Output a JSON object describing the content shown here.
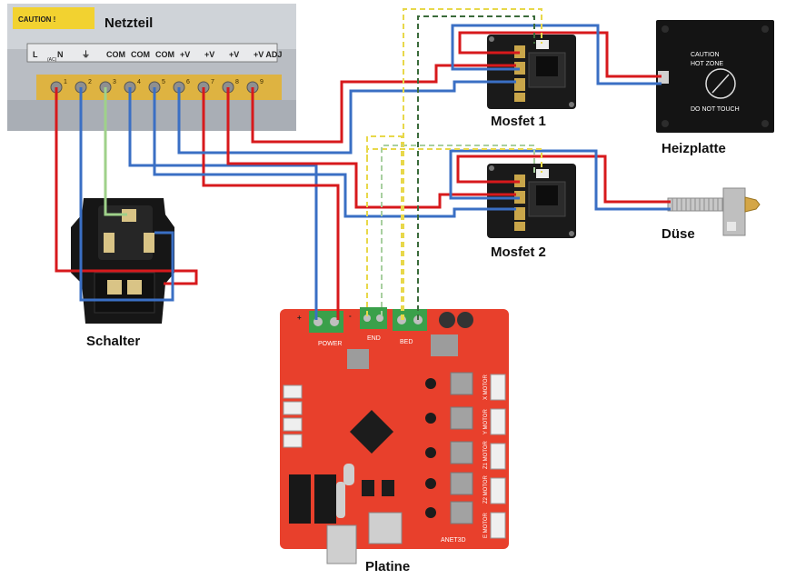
{
  "labels": {
    "netzteil": "Netzteil",
    "mosfet1": "Mosfet 1",
    "mosfet2": "Mosfet 2",
    "heizplatte": "Heizplatte",
    "duese": "Düse",
    "schalter": "Schalter",
    "platine": "Platine"
  },
  "psu": {
    "caution": "CAUTION !",
    "terminals": [
      "L",
      "N",
      "⏚",
      "COM",
      "COM",
      "COM",
      "+V",
      "+V",
      "+V",
      "+V ADJ"
    ],
    "ac_mark": "(AC)",
    "pin_numbers": [
      "1",
      "2",
      "3",
      "4",
      "5",
      "6",
      "7",
      "8",
      "9"
    ]
  },
  "board": {
    "power_label": "POWER",
    "end_label": "END",
    "bed_label": "BED",
    "brand": "ANET3D",
    "motor_labels": [
      "X MOTOR",
      "Y MOTOR",
      "Z1 MOTOR",
      "Z2 MOTOR",
      "E MOTOR"
    ],
    "plus_mark": "+",
    "minus_mark": "-"
  },
  "heatbed": {
    "line1": "CAUTION",
    "line2": "HOT ZONE",
    "line3": "DO NOT TOUCH"
  },
  "colors": {
    "red_wire": "#d7191c",
    "blue_wire": "#3a6fc4",
    "green_wire": "#9fd18a",
    "yellow_dash": "#e8d84a",
    "green_dash": "#3b6b3b",
    "board_red": "#e8402c",
    "mosfet_black": "#1a1a1a"
  }
}
